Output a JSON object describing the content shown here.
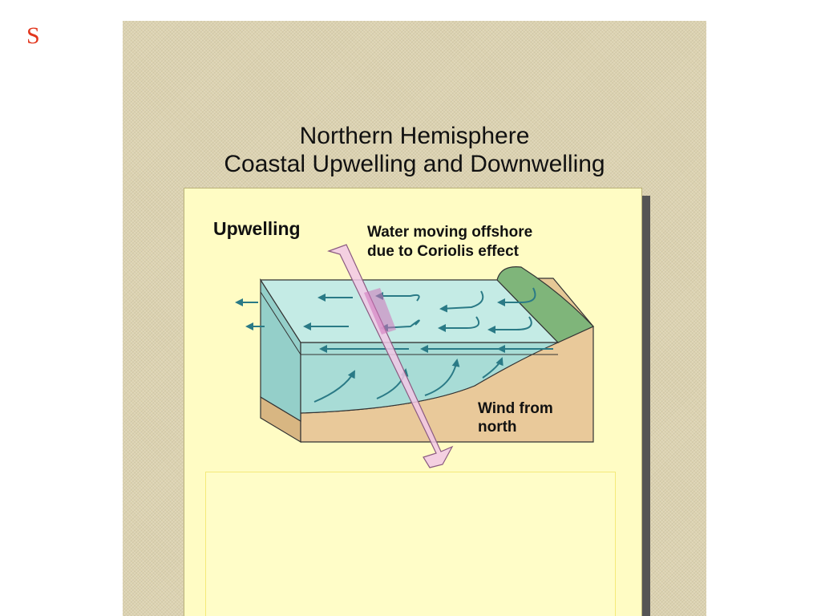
{
  "slide": {
    "corner_letter": "S"
  },
  "figure": {
    "title_line1": "Northern Hemisphere",
    "title_line2": "Coastal Upwelling and Downwelling",
    "panel_label": "Upwelling",
    "offshore_label_line1": "Water moving offshore",
    "offshore_label_line2": "due to Coriolis effect",
    "wind_label_line1": "Wind from",
    "wind_label_line2": "north"
  },
  "colors": {
    "background_panel": "#dcd2b0",
    "card": "#fffcc4",
    "water_top": "#bfe8e2",
    "water_front": "#a8dcd6",
    "sediment": "#e9c99a",
    "land_green": "#7fb57a",
    "arrow_teal": "#2a7a86",
    "wind_arrow": "#f2c8e6",
    "corner_letter": "#e2361d"
  }
}
